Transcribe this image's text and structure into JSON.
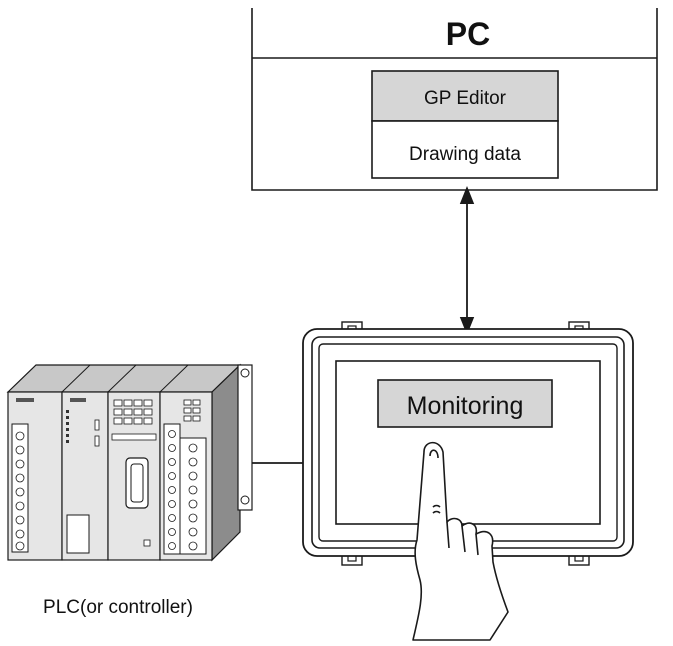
{
  "pc": {
    "title": "PC",
    "software": "GP Editor",
    "data": "Drawing data"
  },
  "hmi": {
    "screen_label": "Monitoring"
  },
  "plc": {
    "caption": "PLC(or controller)"
  },
  "colors": {
    "gray_fill": "#d6d6d6",
    "dark_gray": "#8c8c8c",
    "line": "#1a1a1a"
  }
}
